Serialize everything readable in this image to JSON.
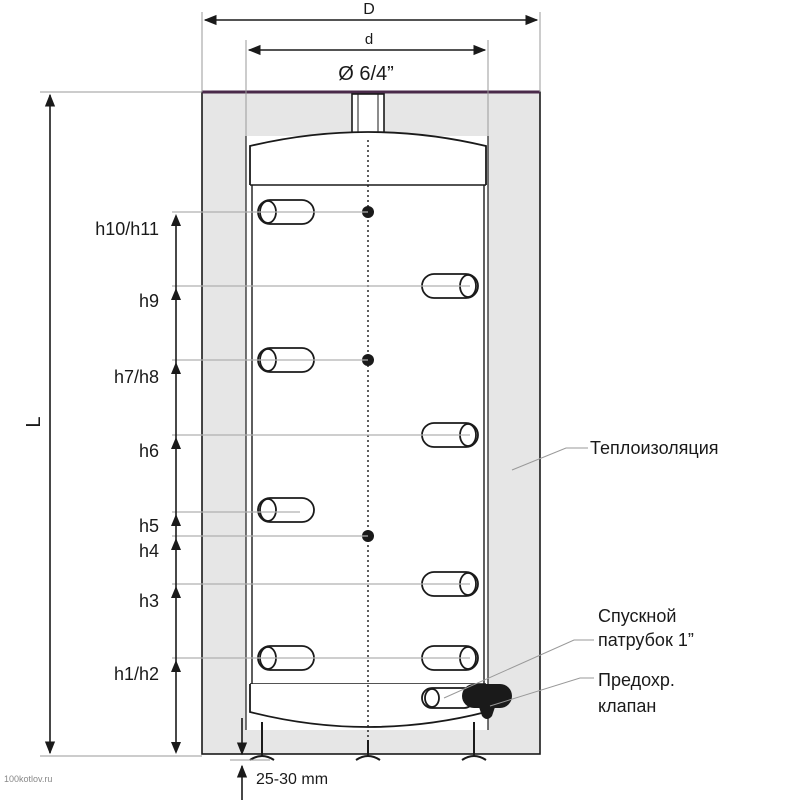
{
  "dimensions": {
    "outer_diameter": "D",
    "inner_diameter": "d",
    "top_connection": "Ø 6/4”",
    "height": "L",
    "floor_gap": "25-30 mm"
  },
  "height_marks": [
    "h10/h11",
    "h9",
    "h7/h8",
    "h6",
    "h5",
    "h4",
    "h3",
    "h1/h2"
  ],
  "callouts": {
    "insulation": "Теплоизоляция",
    "drain_line1": "Спускной",
    "drain_line2": "патрубок 1”",
    "valve_line1": "Предохр.",
    "valve_line2": "клапан"
  },
  "watermark": "100kotlov.ru",
  "colors": {
    "insulation_fill": "#e6e6e6",
    "top_edge": "#4a2a4a",
    "line": "#1a1a1a"
  }
}
